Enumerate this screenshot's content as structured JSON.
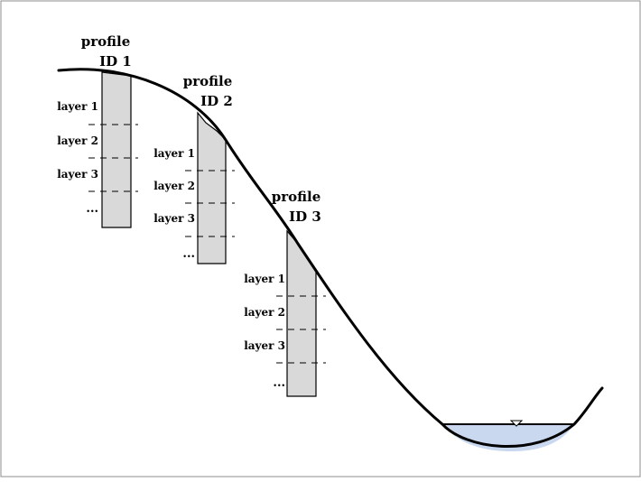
{
  "colors": {
    "line": "#000000",
    "profile_fill": "#d9d9d9",
    "water_fill": "#c9d7ef",
    "frame": "#8c8c8c"
  },
  "profiles": [
    {
      "line1": "profile",
      "line2": "ID 1",
      "layers": [
        "layer 1",
        "layer 2",
        "layer 3"
      ],
      "more": "..."
    },
    {
      "line1": "profile",
      "line2": "ID 2",
      "layers": [
        "layer 1",
        "layer 2",
        "layer 3"
      ],
      "more": "..."
    },
    {
      "line1": "profile",
      "line2": "ID 3",
      "layers": [
        "layer 1",
        "layer 2",
        "layer 3"
      ],
      "more": "..."
    }
  ],
  "water_symbol": "water-level-triangle"
}
